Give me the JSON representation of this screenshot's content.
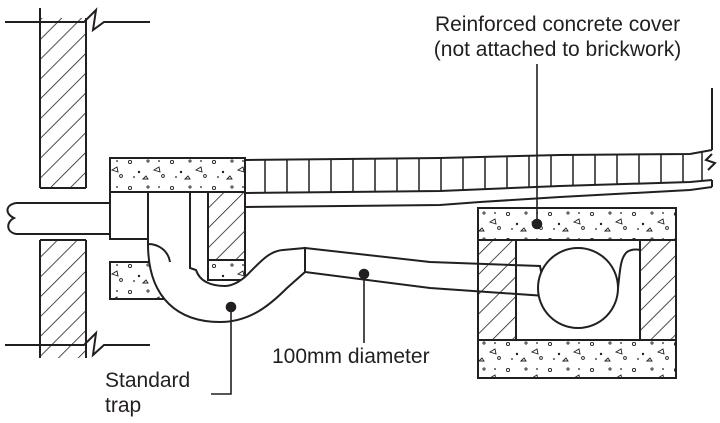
{
  "labels": {
    "cover_line1": "Reinforced concrete cover",
    "cover_line2": "(not attached to brickwork)",
    "diameter": "100mm diameter",
    "trap_line1": "Standard",
    "trap_line2": "trap"
  },
  "colors": {
    "ink": "#231f20",
    "background": "#ffffff"
  }
}
